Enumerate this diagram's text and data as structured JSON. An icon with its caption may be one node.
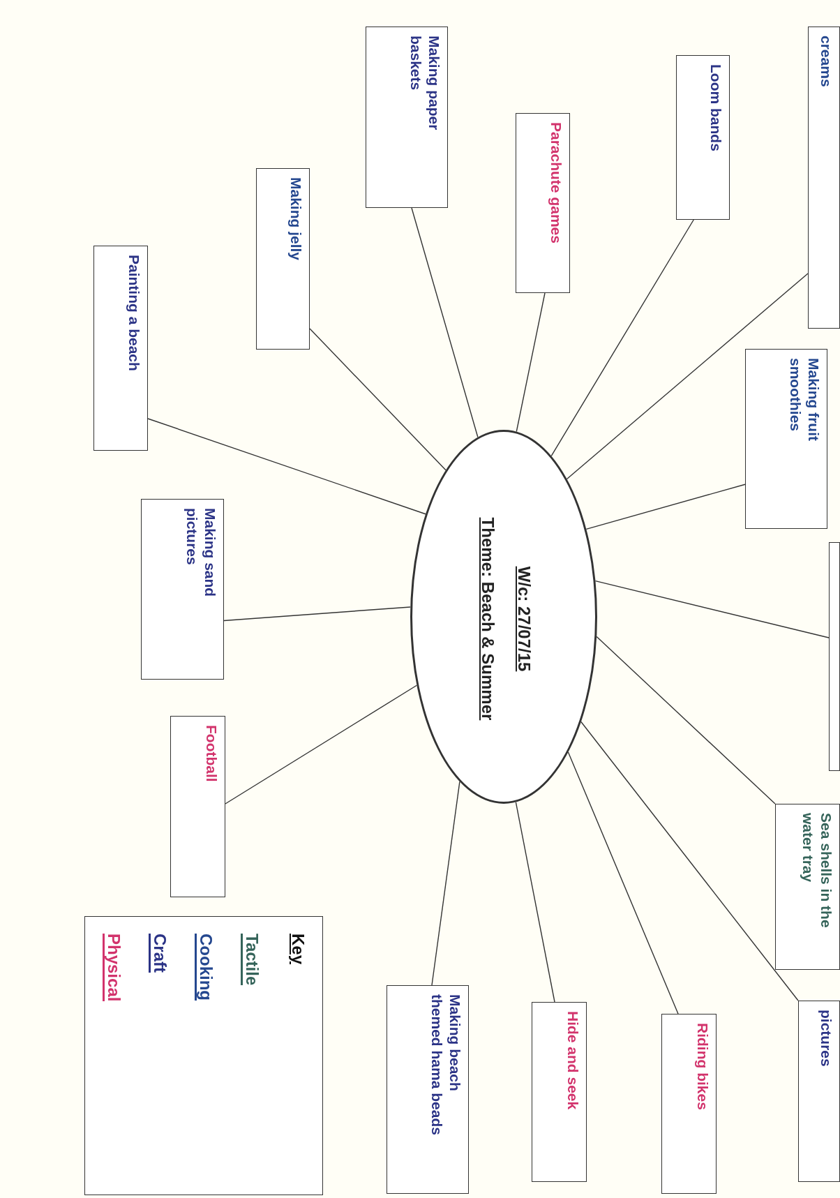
{
  "diagram": {
    "nodes": [
      {
        "text": [
          "W/c: 27/07/15",
          "Theme: Beach & Summer"
        ]
      },
      {
        "text": [
          "creams"
        ]
      },
      {
        "text": [
          "Loom bands"
        ]
      },
      {
        "text": [
          "Making fruit smoothies"
        ]
      },
      {
        "text": [],
        "shape": "box"
      },
      {
        "text": [
          "Sea shells in the water tray"
        ]
      },
      {
        "text": [
          "pictures"
        ]
      },
      {
        "text": [
          "Riding bikes"
        ]
      },
      {
        "text": [
          "Hide and seek"
        ]
      },
      {
        "text": [
          "Making beach themed hama beads"
        ]
      },
      {
        "text": [
          "Football"
        ]
      },
      {
        "text": [
          "Making sand pictures"
        ]
      },
      {
        "text": [
          "Painting a beach"
        ]
      },
      {
        "text": [
          "Making jelly"
        ]
      },
      {
        "text": [
          "Making paper baskets"
        ]
      },
      {
        "text": [
          "Parachute games"
        ]
      }
    ],
    "edges": [
      {
        "from": 0,
        "to": 1,
        "arrow": "none"
      },
      {
        "from": 0,
        "to": 2,
        "arrow": "none"
      },
      {
        "from": 0,
        "to": 3,
        "arrow": "none"
      },
      {
        "from": 0,
        "to": 4,
        "arrow": "none"
      },
      {
        "from": 0,
        "to": 5,
        "arrow": "none"
      },
      {
        "from": 0,
        "to": 6,
        "arrow": "none"
      },
      {
        "from": 0,
        "to": 7,
        "arrow": "none"
      },
      {
        "from": 0,
        "to": 8,
        "arrow": "none"
      },
      {
        "from": 0,
        "to": 9,
        "arrow": "none"
      },
      {
        "from": 0,
        "to": 10,
        "arrow": "none"
      },
      {
        "from": 0,
        "to": 11,
        "arrow": "none"
      },
      {
        "from": 0,
        "to": 12,
        "arrow": "none"
      },
      {
        "from": 0,
        "to": 13,
        "arrow": "none"
      },
      {
        "from": 0,
        "to": 14,
        "arrow": "none"
      },
      {
        "from": 0,
        "to": 15,
        "arrow": "none"
      }
    ],
    "labels": [
      "Key"
    ],
    "legend": [
      {
        "text": "Tactile",
        "color": "#35645a"
      },
      {
        "text": "Cooking",
        "color": "#24478f"
      },
      {
        "text": "Craft",
        "color": "#2b3386"
      },
      {
        "text": "Physical",
        "color": "#d2336c"
      }
    ]
  }
}
